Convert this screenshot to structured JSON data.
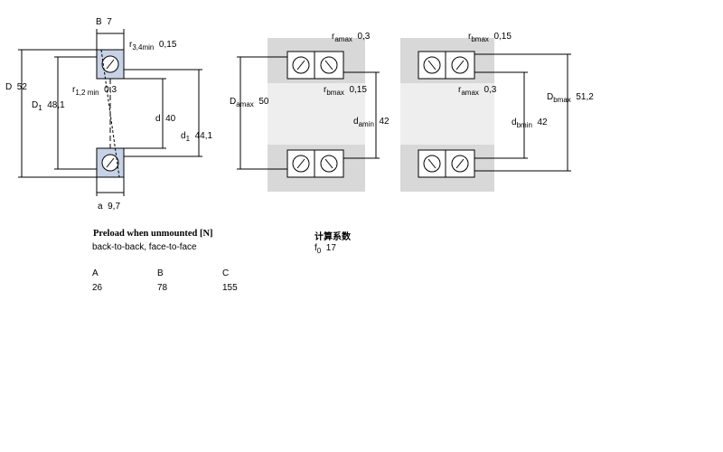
{
  "single": {
    "B_label": "B",
    "B_val": "7",
    "r34_label": "r",
    "r34_sub": "3,4min",
    "r34_val": "0,15",
    "D_label": "D",
    "D_val": "52",
    "D1_label": "D",
    "D1_sub": "1",
    "D1_val": "48,1",
    "r12_label": "r",
    "r12_sub": "1,2 min",
    "r12_val": "0,3",
    "d_label": "d",
    "d_val": "40",
    "d1_label": "d",
    "d1_sub": "1",
    "d1_val": "44,1",
    "a_label": "a",
    "a_val": "9,7"
  },
  "pair": {
    "ra_top_label": "r",
    "ra_top_sub": "amax",
    "ra_top_val": "0,3",
    "rb_top_label": "r",
    "rb_top_sub": "bmax",
    "rb_top_val": "0,15",
    "Da_label": "D",
    "Da_sub": "amax",
    "Da_val": "50",
    "rb_mid_label": "r",
    "rb_mid_sub": "bmax",
    "rb_mid_val": "0,15",
    "ra_mid_label": "r",
    "ra_mid_sub": "amax",
    "ra_mid_val": "0,3",
    "da_label": "d",
    "da_sub": "amin",
    "da_val": "42",
    "db_label": "d",
    "db_sub": "bmin",
    "db_val": "42",
    "Db_label": "D",
    "Db_sub": "bmax",
    "Db_val": "51,2"
  },
  "preload": {
    "title": "Preload when unmounted [N]",
    "arrangement": "back-to-back, face-to-face",
    "factor_title": "计算系数",
    "f0_label": "f",
    "f0_sub": "0",
    "f0_val": "17",
    "headers": [
      "A",
      "B",
      "C"
    ],
    "values": [
      "26",
      "78",
      "155"
    ]
  },
  "colors": {
    "bearing_fill": "#c8d2e6",
    "housing_fill": "#d0d0d0",
    "line": "#000000"
  }
}
